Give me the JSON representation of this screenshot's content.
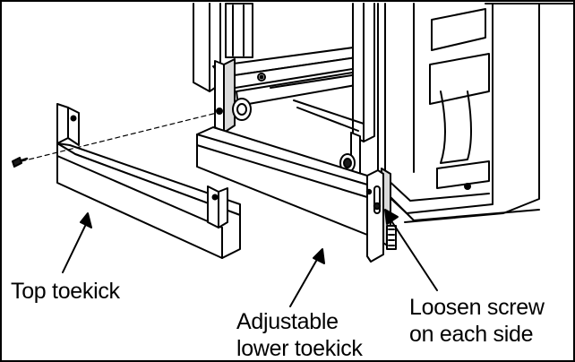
{
  "labels": {
    "top_toekick": "Top toekick",
    "adjustable_lower_toekick": [
      "Adjustable",
      "lower toekick"
    ],
    "loosen_screw": [
      "Loosen screw",
      "on each side"
    ]
  },
  "colors": {
    "line": "#000000",
    "fill": "#ffffff",
    "shade": "#d9d9d9",
    "dark": "#1a1a1a"
  }
}
